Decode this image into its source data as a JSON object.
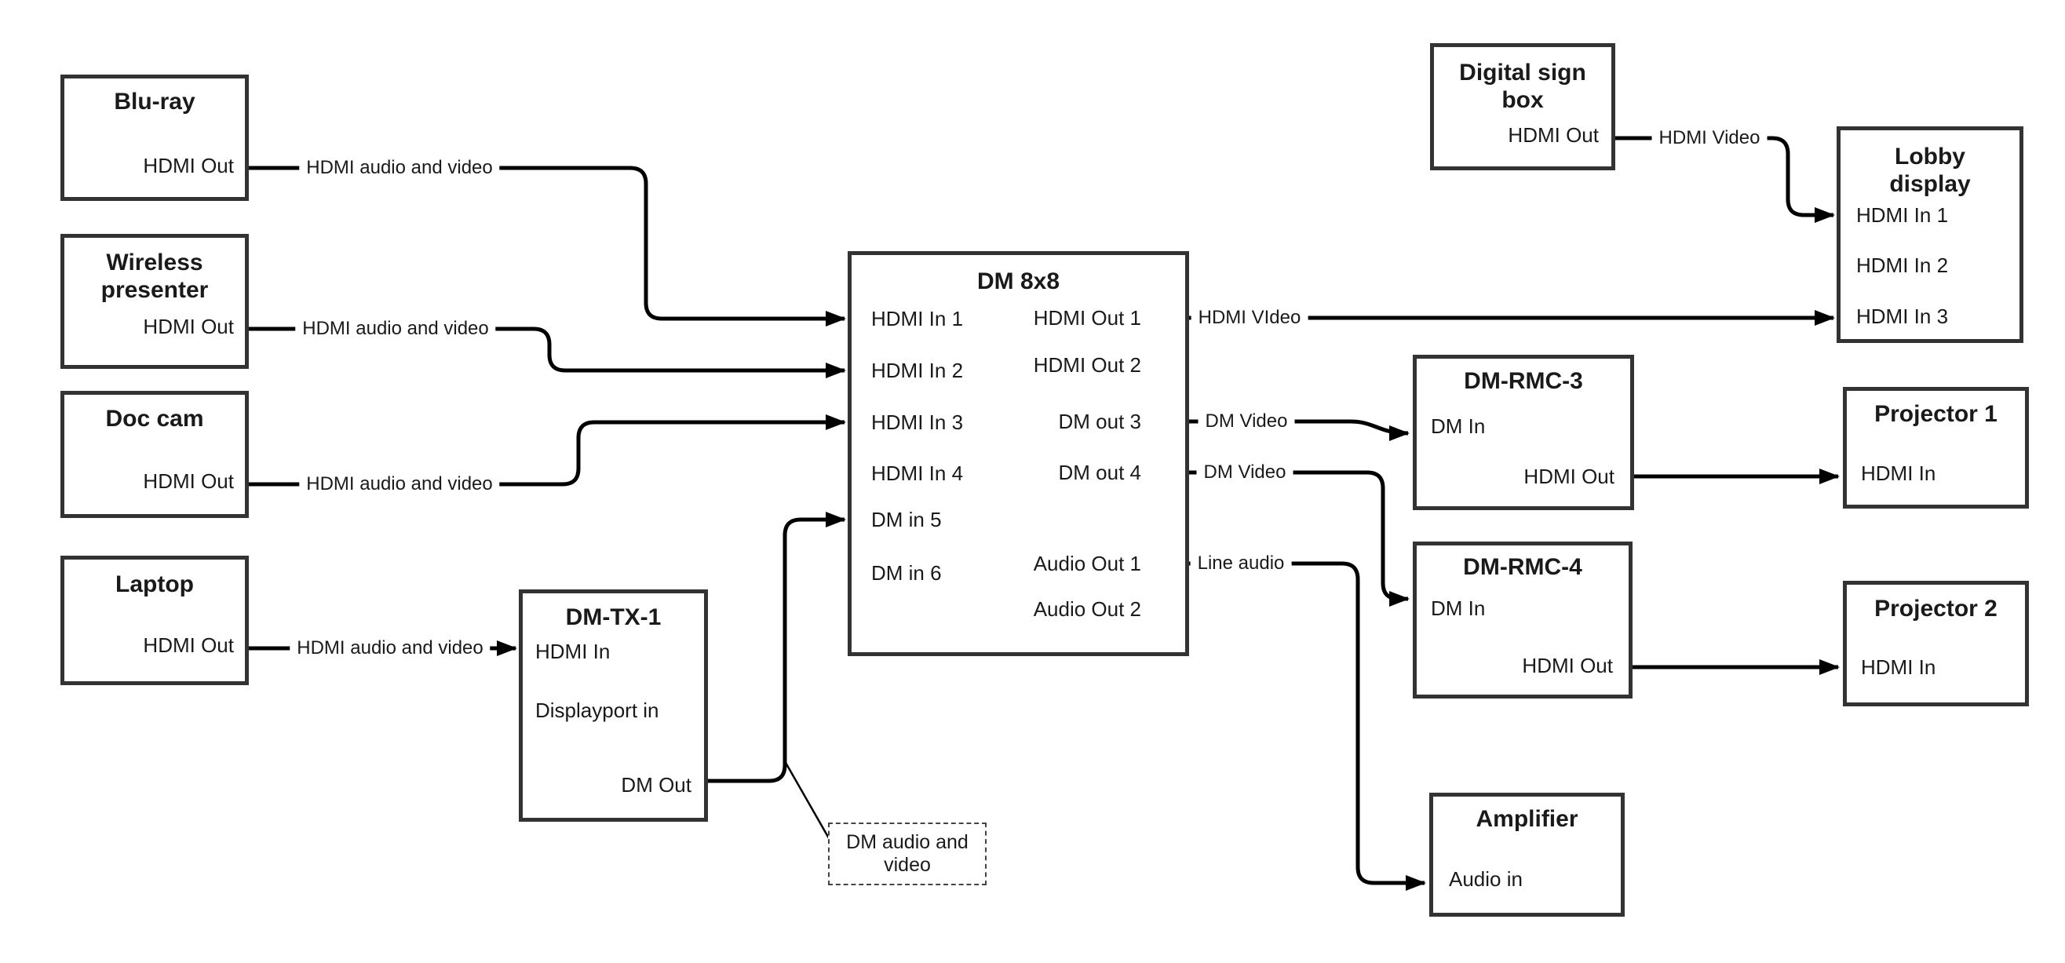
{
  "colors": {
    "background": "#ffffff",
    "box_border": "#333333",
    "wire": "#000000",
    "text": "#1a1a1a"
  },
  "boxes": {
    "bluray": {
      "title": [
        "Blu-ray"
      ],
      "ports": {
        "out": "HDMI Out"
      }
    },
    "wireless": {
      "title": [
        "Wireless",
        "presenter"
      ],
      "ports": {
        "out": "HDMI Out"
      }
    },
    "doccam": {
      "title": [
        "Doc cam"
      ],
      "ports": {
        "out": "HDMI Out"
      }
    },
    "laptop": {
      "title": [
        "Laptop"
      ],
      "ports": {
        "out": "HDMI Out"
      }
    },
    "dmtx1": {
      "title": [
        "DM-TX-1"
      ],
      "ports": {
        "hdmi_in": "HDMI In",
        "dp_in": "Displayport in",
        "dm_out": "DM Out"
      }
    },
    "dm8x8": {
      "title": [
        "DM 8x8"
      ],
      "inputs": [
        "HDMI In 1",
        "HDMI In 2",
        "HDMI In 3",
        "HDMI In 4",
        "DM in 5",
        "DM in 6"
      ],
      "outputs": [
        "HDMI Out 1",
        "HDMI Out 2",
        "DM out 3",
        "DM out 4",
        "Audio Out 1",
        "Audio Out 2"
      ]
    },
    "digisign": {
      "title": [
        "Digital sign",
        "box"
      ],
      "ports": {
        "out": "HDMI Out"
      }
    },
    "lobby": {
      "title": [
        "Lobby",
        "display"
      ],
      "inputs": [
        "HDMI In 1",
        "HDMI In 2",
        "HDMI In 3"
      ]
    },
    "rmc3": {
      "title": [
        "DM-RMC-3"
      ],
      "ports": {
        "dm_in": "DM In",
        "hdmi_out": "HDMI Out"
      }
    },
    "proj1": {
      "title": [
        "Projector 1"
      ],
      "ports": {
        "in": "HDMI In"
      }
    },
    "rmc4": {
      "title": [
        "DM-RMC-4"
      ],
      "ports": {
        "dm_in": "DM In",
        "hdmi_out": "HDMI Out"
      }
    },
    "proj2": {
      "title": [
        "Projector 2"
      ],
      "ports": {
        "in": "HDMI In"
      }
    },
    "amp": {
      "title": [
        "Amplifier"
      ],
      "ports": {
        "in": "Audio in"
      }
    }
  },
  "connections": [
    {
      "from": "Blu-ray HDMI Out",
      "to": "DM 8x8 HDMI In 1",
      "label": "HDMI audio and video"
    },
    {
      "from": "Wireless presenter HDMI Out",
      "to": "DM 8x8 HDMI In 2",
      "label": "HDMI audio and video"
    },
    {
      "from": "Doc cam HDMI Out",
      "to": "DM 8x8 HDMI In 3",
      "label": "HDMI audio and video"
    },
    {
      "from": "Laptop HDMI Out",
      "to": "DM-TX-1 HDMI In",
      "label": "HDMI audio and video"
    },
    {
      "from": "DM-TX-1 DM Out",
      "to": "DM 8x8 DM in 5",
      "label": "DM audio and video"
    },
    {
      "from": "Digital sign box HDMI Out",
      "to": "Lobby display HDMI In 1",
      "label": "HDMI Video"
    },
    {
      "from": "DM 8x8 HDMI Out 1",
      "to": "Lobby display HDMI In 3",
      "label": "HDMI VIdeo"
    },
    {
      "from": "DM 8x8 DM out 3",
      "to": "DM-RMC-3 DM In",
      "label": "DM Video"
    },
    {
      "from": "DM 8x8 DM out 4",
      "to": "DM-RMC-4 DM In",
      "label": "DM Video"
    },
    {
      "from": "DM 8x8 Audio Out 1",
      "to": "Amplifier Audio in",
      "label": "Line audio"
    },
    {
      "from": "DM-RMC-3 HDMI Out",
      "to": "Projector 1 HDMI In",
      "label": ""
    },
    {
      "from": "DM-RMC-4 HDMI Out",
      "to": "Projector 2 HDMI In",
      "label": ""
    }
  ],
  "callout": {
    "lines": [
      "DM audio and",
      "video"
    ]
  }
}
